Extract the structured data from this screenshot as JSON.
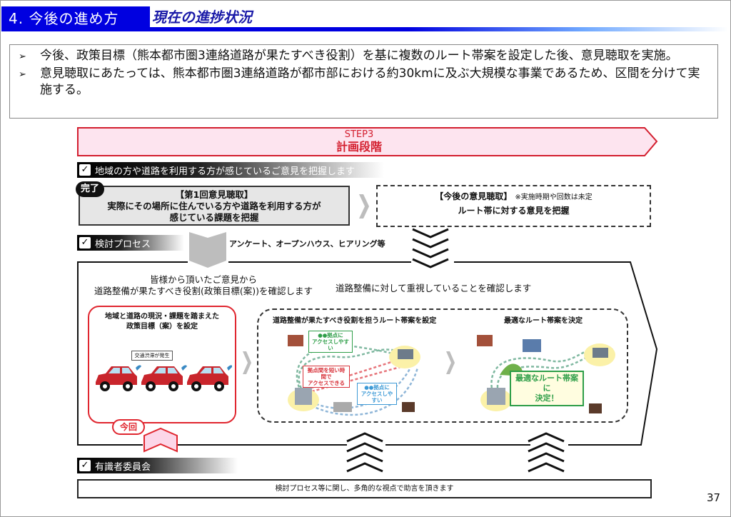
{
  "header": {
    "section_title": "4. 今後の進め方",
    "subtitle": "現在の進捗状況"
  },
  "summary": {
    "bullets": [
      "今後、政策目標（熊本都市圏3連絡道路が果たすべき役割）を基に複数のルート帯案を設定した後、意見聴取を実施。",
      "意見聴取にあたっては、熊本都市圏3連絡道路が都市部における約30kmに及ぶ大規模な事業であるため、区間を分けて実施する。"
    ],
    "bullet_marker": "➢"
  },
  "step": {
    "label": "STEP3",
    "name": "計画段階"
  },
  "strips": {
    "opinion": "地域の方や道路を利用する方が感じているご意見を把握します",
    "process": "検討プロセス",
    "committee": "有識者委員会",
    "check_glyph": "✓"
  },
  "first_hearing": {
    "badge": "完了",
    "title": "【第1回意見聴取】",
    "line1": "実際にその場所に住んでいる方や道路を利用する方が",
    "line2": "感じている課題を把握"
  },
  "future_hearing": {
    "title": "【今後の意見聴取】",
    "note": "※実施時期や回数は未定",
    "line1": "ルート帯に対する意見を把握"
  },
  "survey_methods": "アンケート、オープンハウス、ヒアリング等",
  "process": {
    "caption_left_1": "皆様から頂いたご意見から",
    "caption_left_2": "道路整備が果たすべき役割(政策目標(案))を確認します",
    "caption_right": "道路整備に対して重視していることを確認します",
    "policy_box_line1": "地域と道路の現況・課題を踏まえた",
    "policy_box_line2": "政策目標（案）を設定",
    "jam_bubble": "交通渋滞が発生",
    "now_badge": "今回",
    "route_set_title": "道路整備が果たすべき役割を担うルート帯案を設定",
    "route_decide_title": "最適なルート帯案を決定",
    "callout_green": "●●拠点に\nアクセスしやすい",
    "callout_red": "拠点間を短い時間で\nアクセスできる",
    "callout_blue": "●●拠点に\nアクセスしやすい",
    "final_line1": "最適なルート帯案に",
    "final_line2": "決定！"
  },
  "committee_text": "検討プロセス等に関し、多角的な視点で助言を頂きます",
  "page_number": "37",
  "colors": {
    "header_blue": "#0000e0",
    "step_red": "#d31e2e",
    "step_fill": "#fde4ef",
    "policy_red": "#e0262f",
    "route_green": "#2e9e48",
    "route_blue": "#3d9ad6"
  }
}
